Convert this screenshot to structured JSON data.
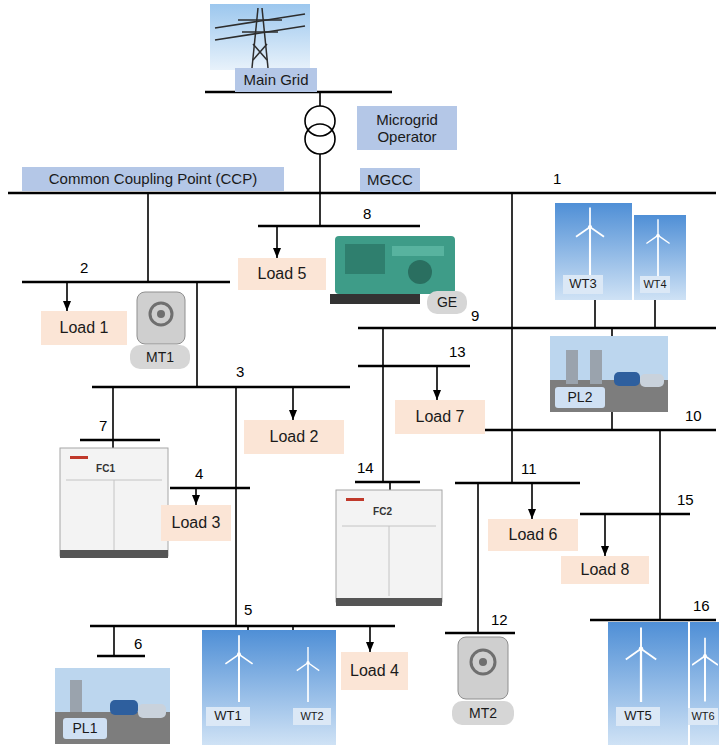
{
  "diagram": {
    "nodes": [
      {
        "text": [
          "Main Grid"
        ]
      },
      {
        "text": [
          "Microgrid Operator"
        ]
      },
      {
        "text": [
          "Common Coupling Point (CCP)"
        ]
      },
      {
        "text": [
          "MGCC"
        ]
      },
      {
        "text": [
          "WT3"
        ]
      },
      {
        "text": [
          "WT4"
        ]
      },
      {
        "text": [
          "Load 5"
        ]
      },
      {
        "text": [
          "GE"
        ]
      },
      {
        "text": [
          "Load 1"
        ]
      },
      {
        "text": [
          "MT1"
        ]
      },
      {
        "text": [
          "PL2"
        ]
      },
      {
        "text": [
          "Load 7"
        ]
      },
      {
        "text": [
          "Load 2"
        ]
      },
      {
        "text": [
          "FC1"
        ]
      },
      {
        "text": [
          "FC2"
        ]
      },
      {
        "text": [
          "Load 3"
        ]
      },
      {
        "text": [
          "Load 6"
        ]
      },
      {
        "text": [
          "Load 8"
        ]
      },
      {
        "text": [
          "Load 4"
        ]
      },
      {
        "text": [
          "MT2"
        ]
      },
      {
        "text": [
          "PL1"
        ]
      },
      {
        "text": [
          "WT1"
        ]
      },
      {
        "text": [
          "WT2"
        ]
      },
      {
        "text": [
          "WT5"
        ]
      },
      {
        "text": [
          "WT6"
        ]
      }
    ],
    "labels": [
      "1",
      "8",
      "2",
      "9",
      "3",
      "13",
      "10",
      "7",
      "4",
      "14",
      "11",
      "15",
      "5",
      "6",
      "12",
      "16"
    ]
  }
}
